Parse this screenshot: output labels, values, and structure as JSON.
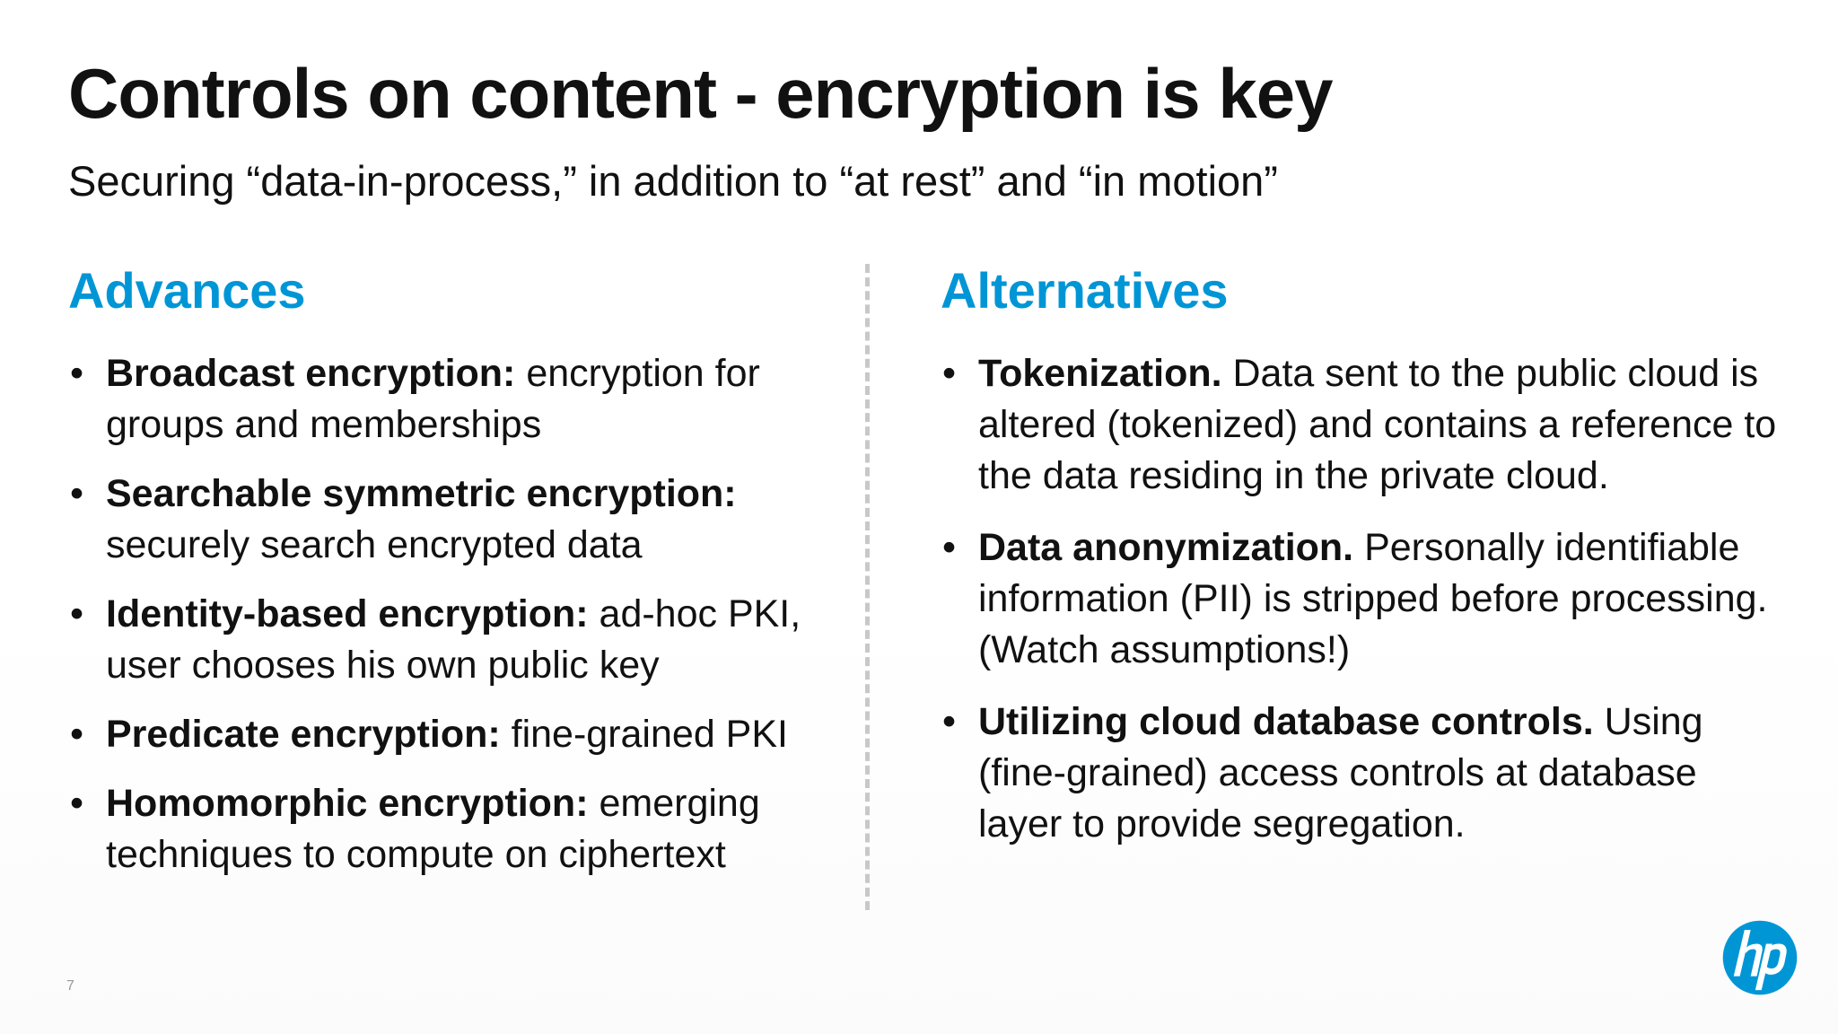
{
  "slide": {
    "title": "Controls on content - encryption is key",
    "subtitle": "Securing “data-in-process,” in addition to “at rest” and “in motion”",
    "page_number": "7",
    "accent_color": "#0096d6",
    "logo_icon": "hp-logo-icon"
  },
  "advances": {
    "heading": "Advances",
    "items": [
      {
        "term": "Broadcast encryption:",
        "text": " encryption for groups and memberships"
      },
      {
        "term": "Searchable symmetric encryption:",
        "text": " securely search encrypted data"
      },
      {
        "term": "Identity-based encryption:",
        "text": " ad-hoc PKI, user chooses his own public key"
      },
      {
        "term": "Predicate encryption:",
        "text": " fine-grained PKI"
      },
      {
        "term": "Homomorphic encryption:",
        "text": " emerging techniques to compute on ciphertext"
      }
    ]
  },
  "alternatives": {
    "heading": "Alternatives",
    "items": [
      {
        "term": "Tokenization.",
        "text": " Data sent to the public cloud is altered (tokenized) and contains a reference to the data residing in the private cloud."
      },
      {
        "term": "Data anonymization.",
        "text": " Personally identifiable information (PII) is stripped before processing.  (Watch assumptions!)"
      },
      {
        "term": "Utilizing cloud database controls.",
        "text": " Using (fine-grained) access controls at database layer to provide segregation."
      }
    ]
  }
}
